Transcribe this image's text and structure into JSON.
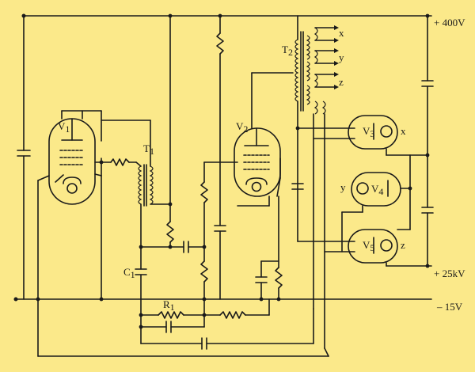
{
  "rails": {
    "top_label": "+ 400V",
    "bottom_label": "– 15V",
    "hv_label": "+ 25kV"
  },
  "labels": {
    "v1": "V",
    "v1_sub": "1",
    "v2": "V",
    "v2_sub": "2",
    "v3": "V",
    "v3_sub": "3",
    "v4": "V",
    "v4_sub": "4",
    "v5": "V",
    "v5_sub": "5",
    "t1": "T",
    "t1_sub": "1",
    "t2": "T",
    "t2_sub": "2",
    "c1": "C",
    "c1_sub": "1",
    "r1": "R",
    "r1_sub": "1"
  },
  "outputs": {
    "x": "x",
    "y": "y",
    "z": "z"
  },
  "colors": {
    "background": "#fbe98a",
    "ink": "#1a1a1a"
  }
}
